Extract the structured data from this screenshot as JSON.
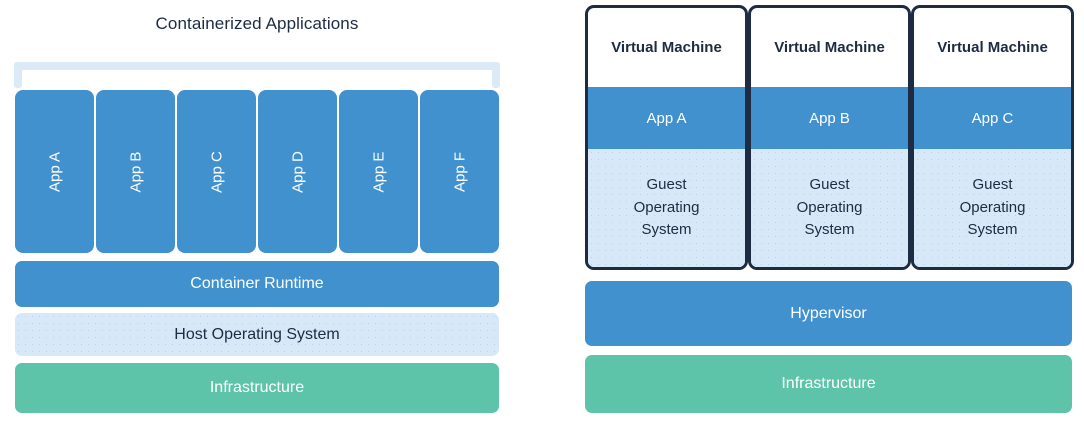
{
  "left_panel": {
    "title": "Containerized Applications",
    "bracket": {
      "name": "containerized-applications-bracket"
    },
    "apps": [
      {
        "label": "App A"
      },
      {
        "label": "App B"
      },
      {
        "label": "App C"
      },
      {
        "label": "App D"
      },
      {
        "label": "App E"
      },
      {
        "label": "App F"
      }
    ],
    "layers": [
      {
        "key": "container_runtime",
        "label": "Container Runtime",
        "color": "#4191cf",
        "text_color": "#ffffff"
      },
      {
        "key": "host_os",
        "label": "Host Operating System",
        "color": "#d7e9f8",
        "text_color": "#1d2b43"
      },
      {
        "key": "infrastructure",
        "label": "Infrastructure",
        "color": "#5ec4a9",
        "text_color": "#ffffff"
      }
    ]
  },
  "right_panel": {
    "vms": [
      {
        "title": "Virtual Machine",
        "app": "App A",
        "guest_os": "Guest\nOperating\nSystem"
      },
      {
        "title": "Virtual Machine",
        "app": "App B",
        "guest_os": "Guest\nOperating\nSystem"
      },
      {
        "title": "Virtual Machine",
        "app": "App C",
        "guest_os": "Guest\nOperating\nSystem"
      }
    ],
    "layers": [
      {
        "key": "hypervisor",
        "label": "Hypervisor",
        "color": "#4191cf",
        "text_color": "#ffffff"
      },
      {
        "key": "infrastructure",
        "label": "Infrastructure",
        "color": "#5ec4a9",
        "text_color": "#ffffff"
      }
    ]
  },
  "colors": {
    "blue": "#4191cf",
    "green": "#5ec4a9",
    "light_blue": "#d7e9f8",
    "bracket_blue": "#dceaf8",
    "navy": "#1d2b43",
    "background": "#ffffff"
  }
}
